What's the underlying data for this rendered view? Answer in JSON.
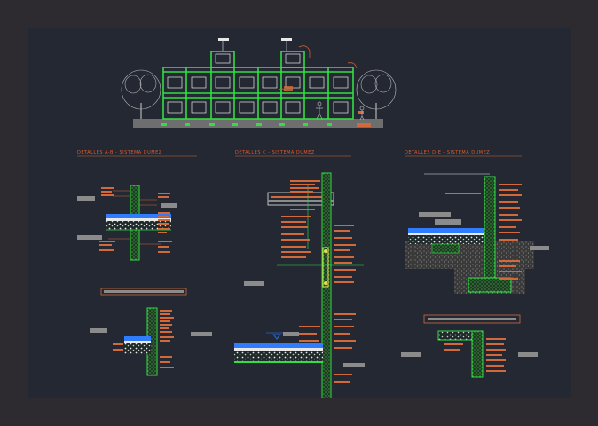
{
  "colors": {
    "background": "#2e2b30",
    "canvas": "#232833",
    "structure": "#33dd44",
    "annotation": "#d2693a",
    "label_block": "#8b8b8b",
    "water": "#2f7cff",
    "concrete": "#e8e8e8"
  },
  "sections": {
    "title_ab": "DETALLES A-B - SISTEMA DUMEZ",
    "title_c": "DETALLES C - SISTEMA DUMEZ",
    "title_de": "DETALLES D-E - SISTEMA DUMEZ"
  },
  "icons": [
    "tree-icon",
    "person-icon",
    "level-marker-icon"
  ]
}
